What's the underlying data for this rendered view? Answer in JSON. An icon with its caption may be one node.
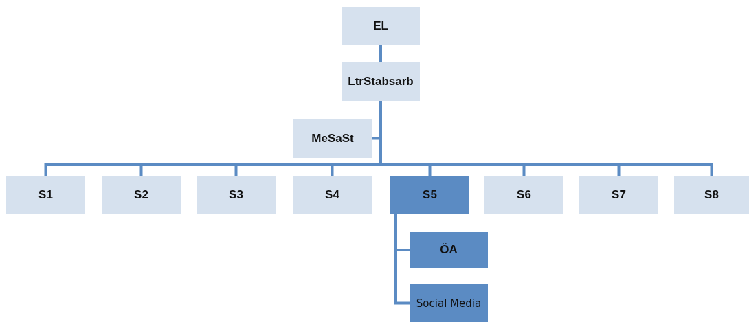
{
  "diagram": {
    "nodes": [
      {
        "text": [
          "EL"
        ]
      },
      {
        "text": [
          "LtrStabsarb"
        ]
      },
      {
        "text": [
          "MeSaSt"
        ]
      },
      {
        "text": [
          "S1"
        ]
      },
      {
        "text": [
          "S2"
        ]
      },
      {
        "text": [
          "S3"
        ]
      },
      {
        "text": [
          "S4"
        ]
      },
      {
        "text": [
          "S5"
        ]
      },
      {
        "text": [
          "S6"
        ]
      },
      {
        "text": [
          "S7"
        ]
      },
      {
        "text": [
          "S8"
        ]
      },
      {
        "text": [
          "ÖA"
        ]
      },
      {
        "text": [
          "Social Media"
        ]
      }
    ],
    "edges": [
      {
        "from": 0,
        "to": 1,
        "arrow": "none"
      },
      {
        "from": 1,
        "to": 2,
        "arrow": "none"
      },
      {
        "from": 1,
        "to": 3,
        "arrow": "none"
      },
      {
        "from": 1,
        "to": 4,
        "arrow": "none"
      },
      {
        "from": 1,
        "to": 5,
        "arrow": "none"
      },
      {
        "from": 1,
        "to": 6,
        "arrow": "none"
      },
      {
        "from": 1,
        "to": 7,
        "arrow": "none"
      },
      {
        "from": 1,
        "to": 8,
        "arrow": "none"
      },
      {
        "from": 1,
        "to": 9,
        "arrow": "none"
      },
      {
        "from": 1,
        "to": 10,
        "arrow": "none"
      },
      {
        "from": 7,
        "to": 11,
        "arrow": "none"
      },
      {
        "from": 7,
        "to": 12,
        "arrow": "none"
      }
    ]
  }
}
